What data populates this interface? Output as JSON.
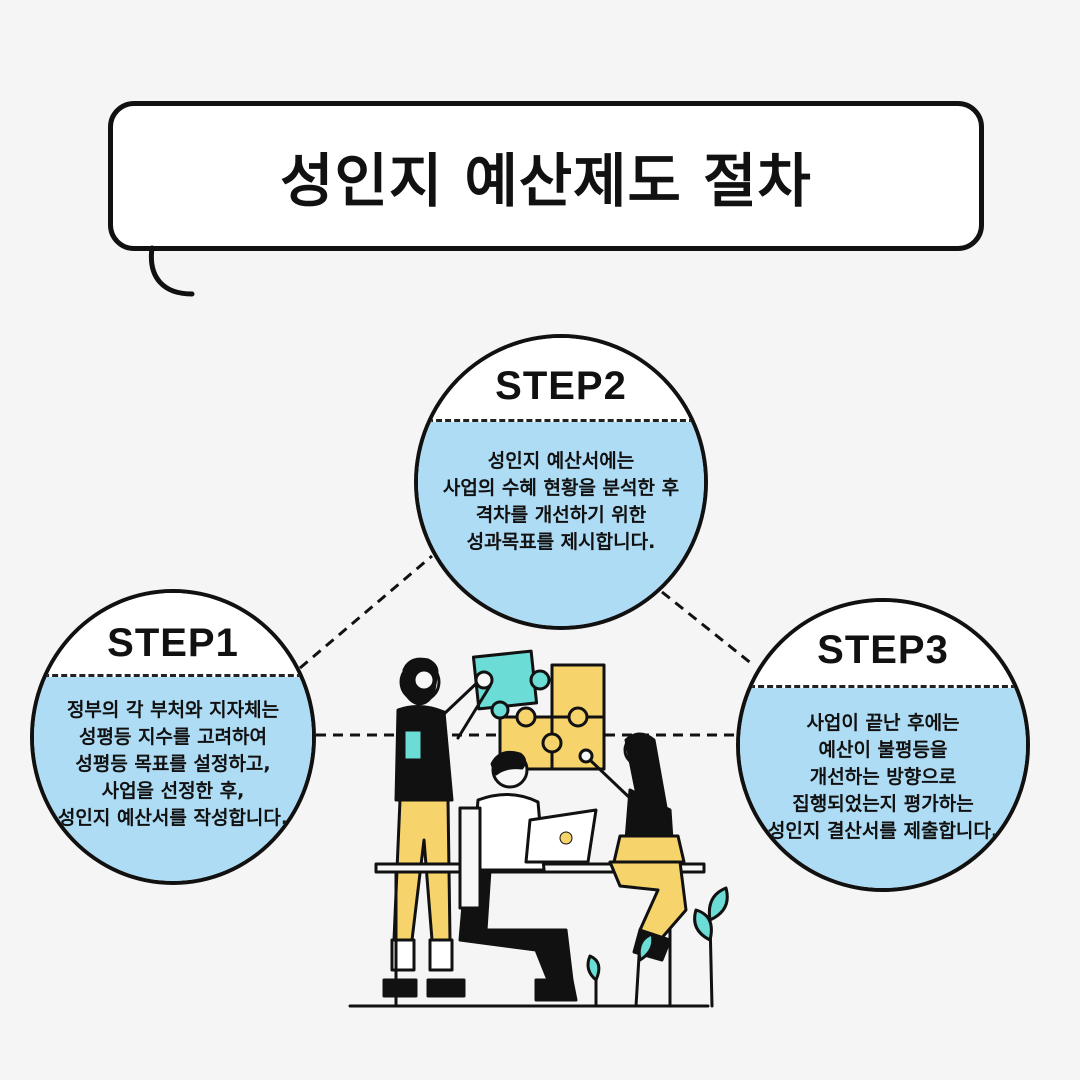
{
  "title": "성인지 예산제도 절차",
  "colors": {
    "background": "#f5f5f5",
    "circle_fill": "#aedcf4",
    "outline": "#111111",
    "accent_yellow": "#f7d46b",
    "accent_teal": "#6cdcd6"
  },
  "steps": [
    {
      "label": "STEP1",
      "lines": [
        "정부의 각 부처와 지자체는",
        "성평등 지수를 고려하여",
        "성평등 목표를 설정하고,",
        "사업을 선정한 후,",
        "성인지 예산서를 작성합니다."
      ]
    },
    {
      "label": "STEP2",
      "lines": [
        "성인지 예산서에는",
        "사업의 수혜 현황을 분석한 후",
        "격차를 개선하기 위한",
        "성과목표를 제시합니다."
      ]
    },
    {
      "label": "STEP3",
      "lines": [
        "사업이 끝난 후에는",
        "예산이 불평등을",
        "개선하는 방향으로",
        "집행되었는지 평가하는",
        "성인지 결산서를 제출합니다."
      ]
    }
  ],
  "icons": {
    "illustration": "team-puzzle-illustration",
    "speech_tail": "speech-bubble-tail"
  }
}
